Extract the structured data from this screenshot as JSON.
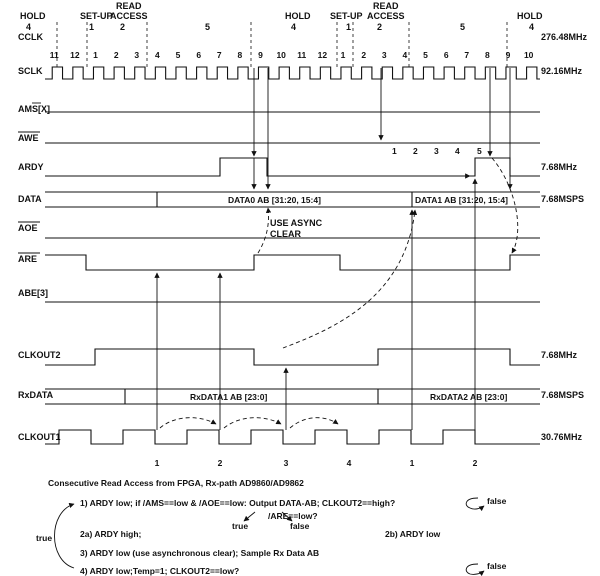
{
  "phases": [
    {
      "label": "HOLD",
      "value": "4"
    },
    {
      "label": "SET-UP",
      "value": "1"
    },
    {
      "label": "READ ACCESS",
      "value": "2"
    },
    {
      "label": "",
      "value": "5"
    },
    {
      "label": "HOLD",
      "value": "4"
    },
    {
      "label": "SET-UP",
      "value": "1"
    },
    {
      "label": "READ ACCESS",
      "value": "2"
    },
    {
      "label": "",
      "value": "5"
    },
    {
      "label": "HOLD",
      "value": "4"
    }
  ],
  "signals": {
    "cclk": "CCLK",
    "sclk": "SCLK",
    "ams": "AMS[X]",
    "awe": "AWE",
    "ardy": "ARDY",
    "data": "DATA",
    "aoe": "AOE",
    "are": "ARE",
    "abe": "ABE[3]",
    "clkout2": "CLKOUT2",
    "rxdata": "RxDATA",
    "clkout1": "CLKOUT1"
  },
  "freqs": {
    "cclk": "276.48MHz",
    "sclk": "92.16MHz",
    "ardy": "7.68MHz",
    "data": "7.68MSPS",
    "clkout2": "7.68MHz",
    "rxdata": "7.68MSPS",
    "clkout1": "30.76MHz"
  },
  "sclk_counts": [
    "11",
    "12",
    "1",
    "2",
    "3",
    "4",
    "5",
    "6",
    "7",
    "8",
    "9",
    "10",
    "11",
    "12",
    "1",
    "2",
    "3",
    "4",
    "5",
    "6",
    "7",
    "8",
    "9",
    "10"
  ],
  "ardy_counts": [
    "1",
    "2",
    "3",
    "4",
    "5"
  ],
  "bus_labels": {
    "data0": "DATA0 AB [31:20, 15:4]",
    "data1": "DATA1 AB [31:20, 15:4]",
    "rx1": "RxDATA1 AB [23:0]",
    "rx2": "RxDATA2 AB [23:0]"
  },
  "annotation": {
    "line1": "USE ASYNC",
    "line2": "CLEAR"
  },
  "clkout1_counts": [
    "1",
    "2",
    "3",
    "4",
    "1",
    "2"
  ],
  "flow": {
    "title": "Consecutive Read Access from FPGA, Rx-path AD9860/AD9862",
    "step1": "1) ARDY low; if /AMS==low & /AOE==low: Output DATA-AB; CLKOUT2==high?",
    "step1b": "/ARE==low?",
    "true_label": "true",
    "false_label": "false",
    "step2a": "2a) ARDY high;",
    "step2b": "2b) ARDY low",
    "step3": "3) ARDY low (use asynchronous clear); Sample Rx Data AB",
    "step4": "4) ARDY low;Temp=1; CLKOUT2==low?",
    "loop_true": "true",
    "false1": "false",
    "false4": "false"
  }
}
